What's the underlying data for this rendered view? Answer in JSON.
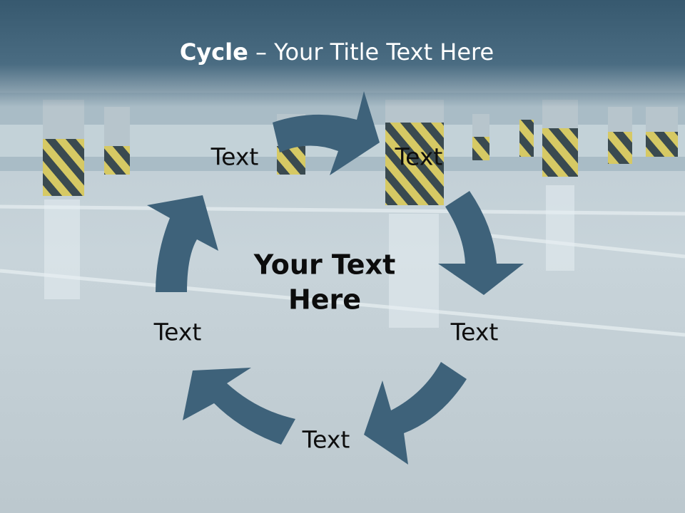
{
  "slide": {
    "title_bold": "Cycle",
    "title_rest": " – Your Title Text Here"
  },
  "cycle": {
    "center_text": "Your Text Here",
    "labels": [
      "Text",
      "Text",
      "Text",
      "Text",
      "Text"
    ],
    "arrow_color": "#3e627a"
  },
  "colors": {
    "title_band": "#37596f",
    "floor": "#c4d0d6",
    "hazard_yellow": "#d9c85a"
  }
}
